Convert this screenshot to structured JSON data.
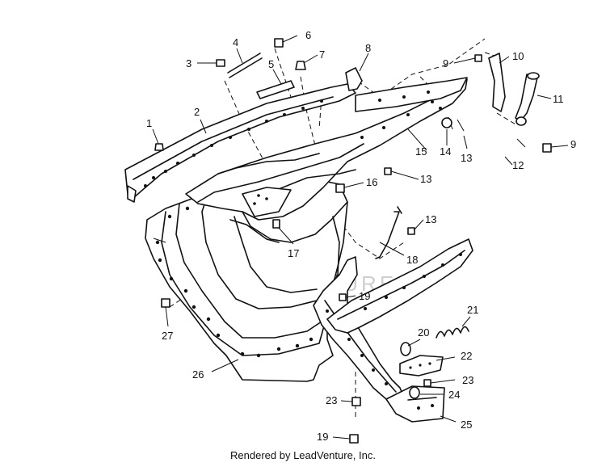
{
  "callouts": [
    {
      "id": "1",
      "label": "1"
    },
    {
      "id": "2",
      "label": "2"
    },
    {
      "id": "3",
      "label": "3"
    },
    {
      "id": "4",
      "label": "4"
    },
    {
      "id": "5",
      "label": "5"
    },
    {
      "id": "6",
      "label": "6"
    },
    {
      "id": "7",
      "label": "7"
    },
    {
      "id": "8",
      "label": "8"
    },
    {
      "id": "9a",
      "label": "9"
    },
    {
      "id": "10",
      "label": "10"
    },
    {
      "id": "11",
      "label": "11"
    },
    {
      "id": "9b",
      "label": "9"
    },
    {
      "id": "12",
      "label": "12"
    },
    {
      "id": "13a",
      "label": "13"
    },
    {
      "id": "14",
      "label": "14"
    },
    {
      "id": "15",
      "label": "15"
    },
    {
      "id": "13b",
      "label": "13"
    },
    {
      "id": "16",
      "label": "16"
    },
    {
      "id": "13c",
      "label": "13"
    },
    {
      "id": "17",
      "label": "17"
    },
    {
      "id": "18",
      "label": "18"
    },
    {
      "id": "19a",
      "label": "19"
    },
    {
      "id": "27",
      "label": "27"
    },
    {
      "id": "21",
      "label": "21"
    },
    {
      "id": "20",
      "label": "20"
    },
    {
      "id": "22",
      "label": "22"
    },
    {
      "id": "26",
      "label": "26"
    },
    {
      "id": "23a",
      "label": "23"
    },
    {
      "id": "24",
      "label": "24"
    },
    {
      "id": "23b",
      "label": "23"
    },
    {
      "id": "25",
      "label": "25"
    },
    {
      "id": "19b",
      "label": "19"
    }
  ],
  "watermark": "LEADVENTURE",
  "footer": "Rendered by LeadVenture, Inc."
}
